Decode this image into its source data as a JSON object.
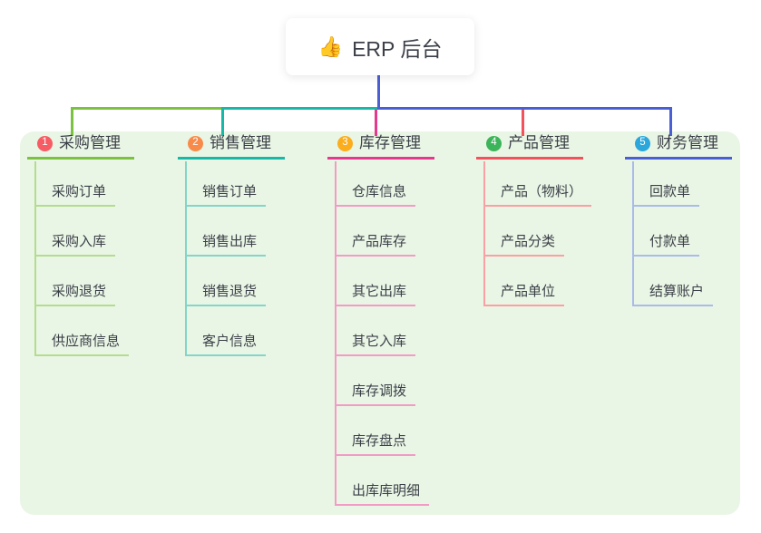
{
  "root": {
    "icon_glyph": "👍",
    "label": "ERP 后台",
    "connector_color": "#4A5FD4"
  },
  "canvas": {
    "background": "#ffffff",
    "panel_background": "#EAF6E5",
    "text_color": "#3B3F48"
  },
  "branches": [
    {
      "index": "1",
      "label": "采购管理",
      "badge_color": "#F75C64",
      "line_color": "#7CC241",
      "child_line_color": "#B4DC90",
      "children": [
        "采购订单",
        "采购入库",
        "采购退货",
        "供应商信息"
      ]
    },
    {
      "index": "2",
      "label": "销售管理",
      "badge_color": "#F98B4A",
      "line_color": "#17B8A6",
      "child_line_color": "#82D5C9",
      "children": [
        "销售订单",
        "销售出库",
        "销售退货",
        "客户信息"
      ]
    },
    {
      "index": "3",
      "label": "库存管理",
      "badge_color": "#FBAD1C",
      "line_color": "#E5398F",
      "child_line_color": "#F29BC6",
      "children": [
        "仓库信息",
        "产品库存",
        "其它出库",
        "其它入库",
        "库存调拨",
        "库存盘点",
        "出库库明细"
      ]
    },
    {
      "index": "4",
      "label": "产品管理",
      "badge_color": "#3CB45A",
      "line_color": "#F5515C",
      "child_line_color": "#FA9FA3",
      "children": [
        "产品（物料）",
        "产品分类",
        "产品单位"
      ]
    },
    {
      "index": "5",
      "label": "财务管理",
      "badge_color": "#2BA7DB",
      "line_color": "#4A5FD4",
      "child_line_color": "#A9BBE9",
      "children": [
        "回款单",
        "付款单",
        "结算账户"
      ]
    }
  ]
}
